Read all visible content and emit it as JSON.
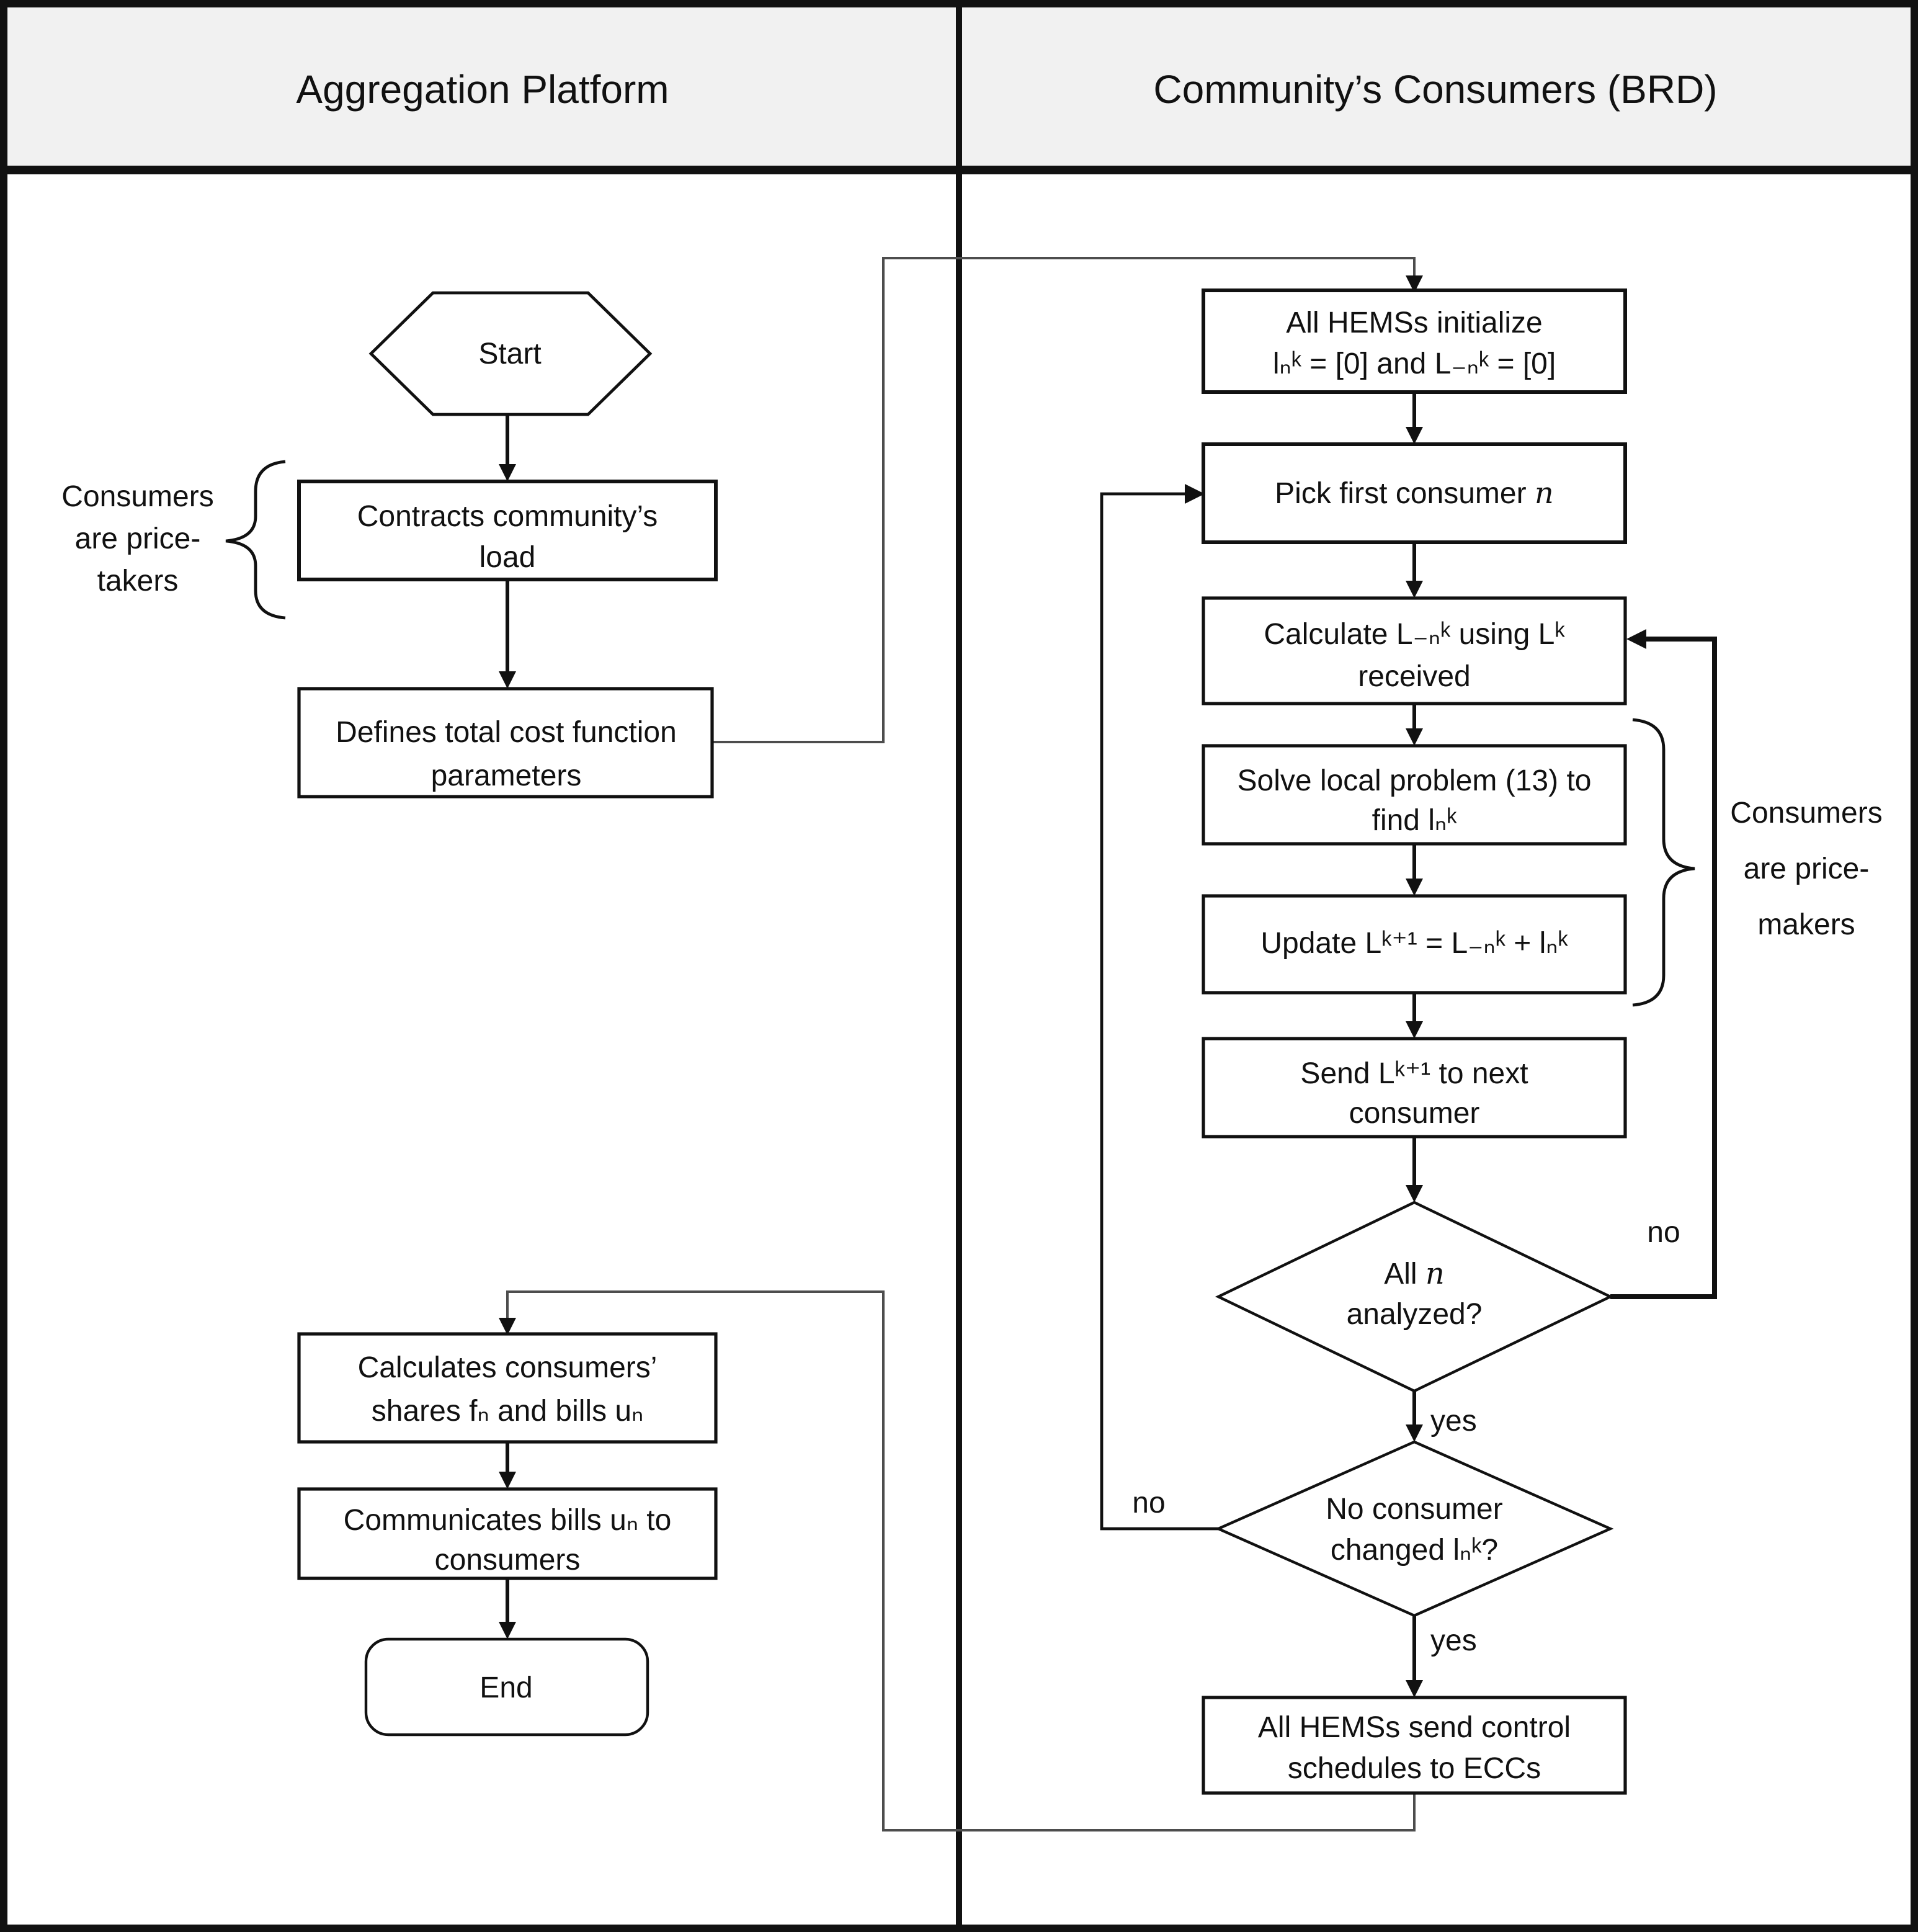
{
  "header": {
    "left_lane_title": "Aggregation Platform",
    "right_lane_title": "Community’s Consumers (BRD)"
  },
  "colors": {
    "ink": "#111111",
    "header_bg": "#f1f1f1",
    "connector_gray": "#4d4d4d",
    "background": "#ffffff"
  },
  "left_column": {
    "start_label": "Start",
    "contracts_line1": "Contracts community’s",
    "contracts_line2": "load",
    "price_takers_note_line1": "Consumers",
    "price_takers_note_line2": "are price-",
    "price_takers_note_line3": "takers",
    "defines_line1": "Defines total cost function",
    "defines_line2": "parameters",
    "calculates_line1": "Calculates consumers’",
    "calculates_line2": "shares fₙ and bills uₙ",
    "communicates_line1": "Communicates bills uₙ to",
    "communicates_line2": "consumers",
    "end_label": "End"
  },
  "right_column": {
    "init_line1": "All HEMSs initialize",
    "init_line2": "lₙᵏ = [0] and L₋ₙᵏ = [0]",
    "pick_prefix": "Pick first consumer ",
    "pick_var": "n",
    "calculate_line1": "Calculate L₋ₙᵏ using Lᵏ",
    "calculate_line2": "received",
    "solve_line1": "Solve local problem (13) to",
    "solve_line2": "find lₙᵏ",
    "update_label": "Update Lᵏ⁺¹ = L₋ₙᵏ + lₙᵏ",
    "send_line1": "Send Lᵏ⁺¹ to next",
    "send_line2": "consumer",
    "diamond_all_prefix": "All ",
    "diamond_all_var": "n",
    "diamond_all_line2": "analyzed?",
    "diamond_all_no": "no",
    "diamond_all_yes": "yes",
    "diamond_changed_line1": "No consumer",
    "diamond_changed_line2": "changed lₙᵏ?",
    "diamond_changed_no": "no",
    "diamond_changed_yes": "yes",
    "eccs_line1": "All HEMSs send control",
    "eccs_line2": "schedules to ECCs",
    "price_makers_note_line1": "Consumers",
    "price_makers_note_line2": "are price-",
    "price_makers_note_line3": "makers"
  }
}
